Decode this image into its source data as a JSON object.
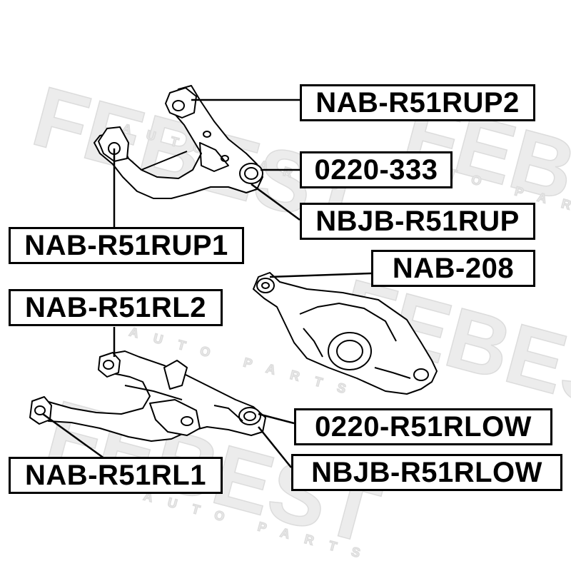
{
  "watermark": {
    "brand": "FEBEST",
    "tagline": "AUTO PARTS",
    "color": "#e6e6e6"
  },
  "part_labels": [
    {
      "id": "nab-r51rup2",
      "text": "NAB-R51RUP2"
    },
    {
      "id": "0220-333",
      "text": "0220-333"
    },
    {
      "id": "nbjb-r51rup",
      "text": "NBJB-R51RUP"
    },
    {
      "id": "nab-r51rup1",
      "text": "NAB-R51RUP1"
    },
    {
      "id": "nab-208",
      "text": "NAB-208"
    },
    {
      "id": "nab-r51rl2",
      "text": "NAB-R51RL2"
    },
    {
      "id": "0220-r51rlow",
      "text": "0220-R51RLOW"
    },
    {
      "id": "nbjb-r51rlow",
      "text": "NBJB-R51RLOW"
    },
    {
      "id": "nab-r51rl1",
      "text": "NAB-R51RL1"
    }
  ],
  "colors": {
    "line": "#000000",
    "background": "#ffffff"
  }
}
